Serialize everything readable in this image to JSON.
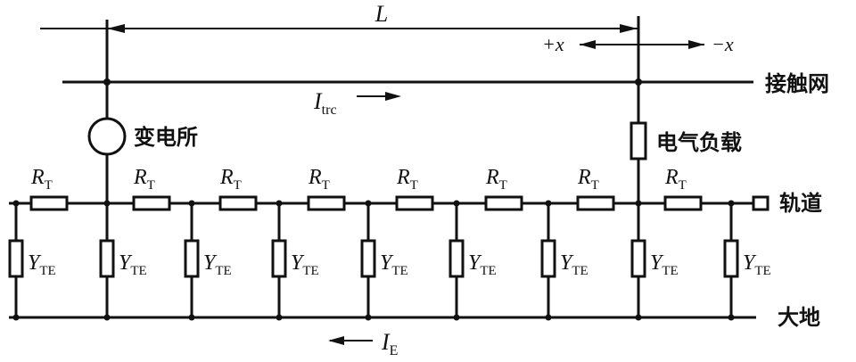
{
  "labels": {
    "length": "L",
    "plus_x": "+x",
    "minus_x": "−x",
    "catenary": "接触网",
    "substation": "变电所",
    "load": "电气负载",
    "rail": "轨道",
    "earth": "大地",
    "current_trc": {
      "main": "I",
      "sub": "trc"
    },
    "current_e": {
      "main": "I",
      "sub": "E"
    }
  },
  "rail_resistor": {
    "main": "R",
    "sub": "T",
    "count": 8
  },
  "leakage_admittance": {
    "main": "Y",
    "sub": "TE",
    "count": 9
  }
}
